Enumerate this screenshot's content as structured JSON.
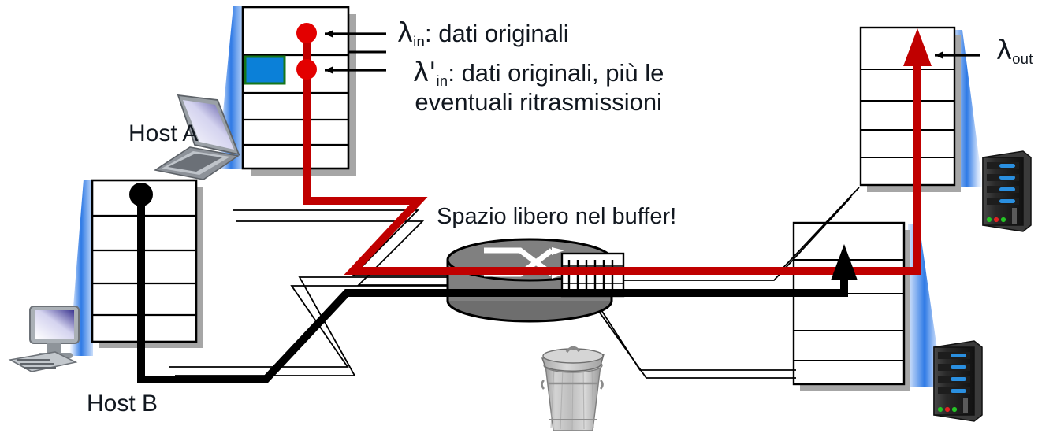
{
  "diagram": {
    "title": "Causes/costs of congestion: scenario 2 - free buffer space",
    "colors": {
      "data_path_red": "#c00000",
      "data_path_black": "#000000",
      "packet_blue": "#0b80d8",
      "packet_border_green": "#16761b",
      "router_gray": "#808080",
      "stack_shadow_gray": "#a6a6a6",
      "cone_blue": "#1565d8",
      "text": "#11171f"
    },
    "labels": {
      "host_a": "Host A",
      "host_b": "Host B",
      "buffer_note": "Spazio libero nel buffer!",
      "lambda_in_symbol": "λ",
      "lambda_in_sub": "in",
      "lambda_in_text": ": dati originali",
      "lambda_in_prime_symbol": "λ'",
      "lambda_in_prime_sub": "in",
      "lambda_in_prime_text_line1": ": dati originali, più le",
      "lambda_in_prime_text_line2": "eventuali ritrasmissioni",
      "lambda_out_symbol": "λ",
      "lambda_out_sub": "out"
    },
    "icons": {
      "laptop": "laptop-computer-icon",
      "desktop": "desktop-computer-icon",
      "server_top": "server-tower-icon",
      "server_bottom": "server-tower-icon",
      "router": "router-icon",
      "trash": "trash-can-icon",
      "protocol_stack": "protocol-stack-icon"
    },
    "elements": {
      "protocol_stack_rows": 6,
      "router_buffer_slots": 7,
      "red_endpoint_dots": 2,
      "black_endpoint_dots": 1,
      "annotation_arrows": 3
    }
  }
}
